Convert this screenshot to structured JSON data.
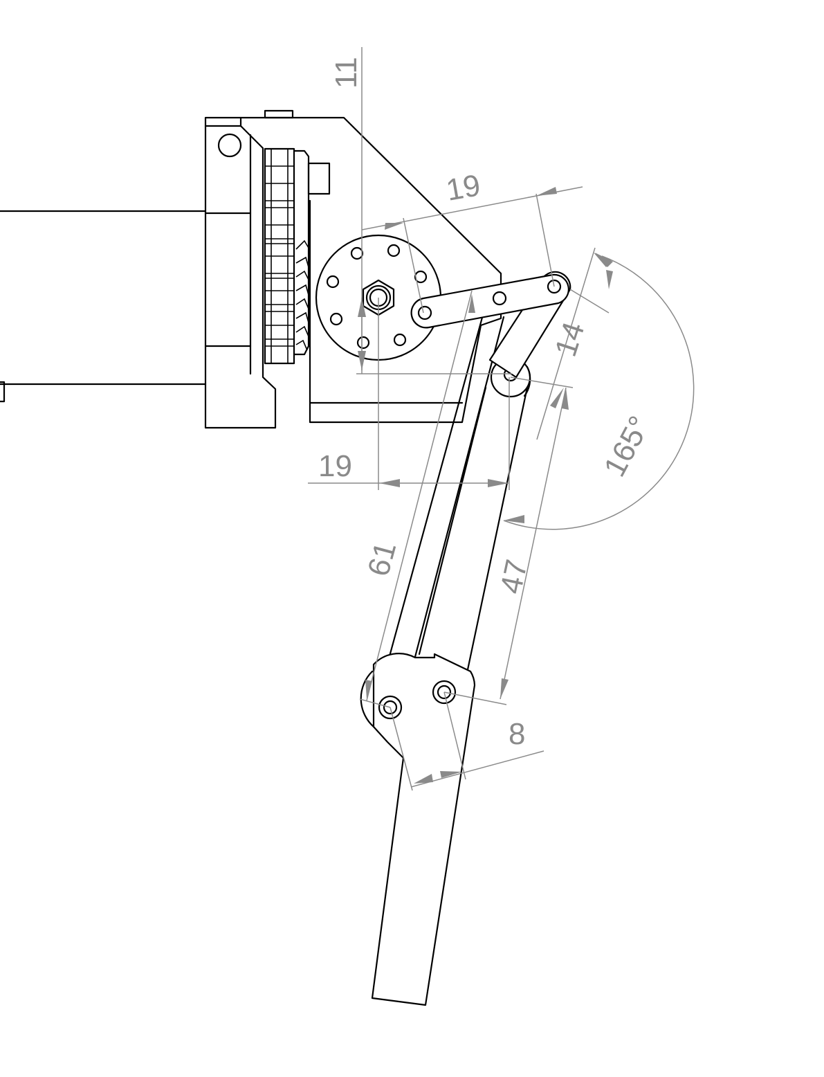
{
  "dimensions": {
    "top_vertical": "11",
    "top_link_length": "19",
    "horizontal_offset": "19",
    "lower_short_link": "14",
    "rod_length": "61",
    "shin_length": "47",
    "foot_offset": "8",
    "knee_angle": "165°"
  },
  "colors": {
    "line": "#000000",
    "dimension": "#8a8a8a",
    "background": "#ffffff"
  }
}
